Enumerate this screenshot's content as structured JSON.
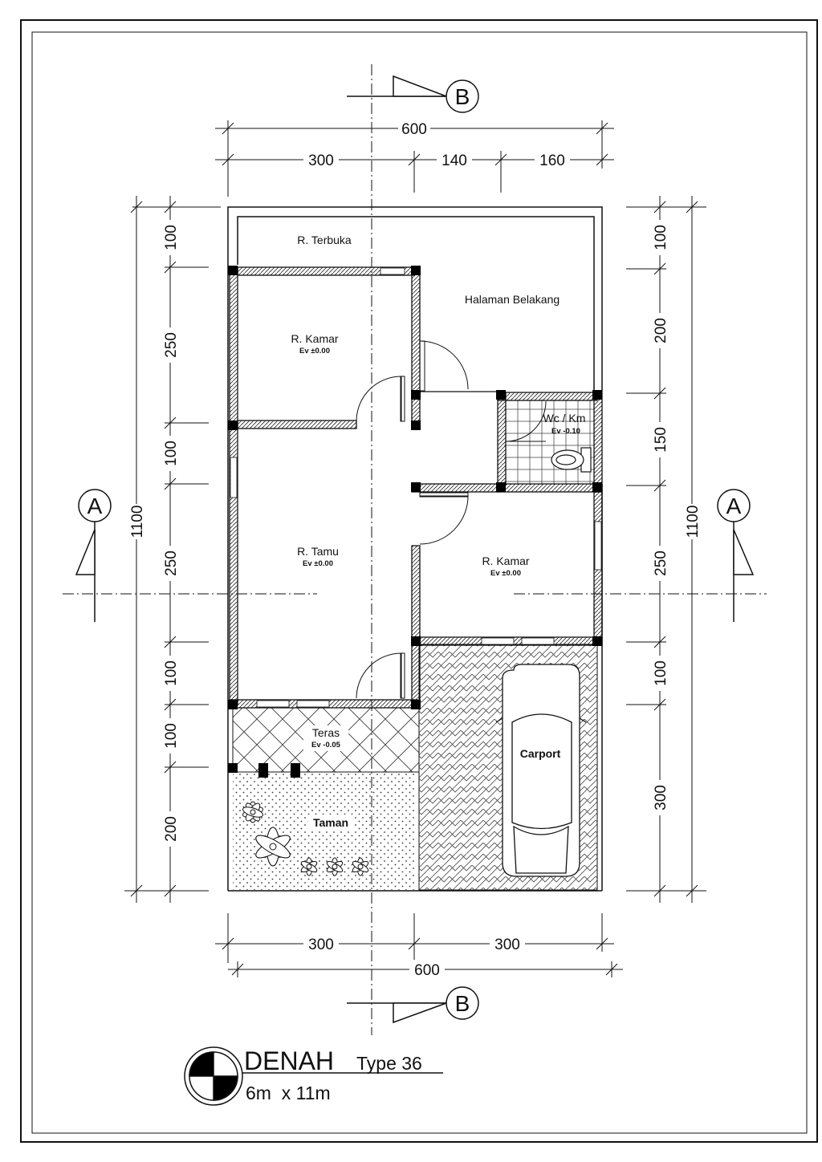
{
  "rooms": {
    "terbuka": "R. Terbuka",
    "halaman": "Halaman Belakang",
    "kamar1": "R. Kamar",
    "kamar1_ev": "Ev ±0.00",
    "wc": "Wc / Km",
    "wc_ev": "Ev -0.10",
    "tamu": "R. Tamu",
    "tamu_ev": "Ev ±0.00",
    "kamar2": "R. Kamar",
    "kamar2_ev": "Ev ±0.00",
    "teras": "Teras",
    "teras_ev": "Ev -0.05",
    "taman": "Taman",
    "carport": "Carport"
  },
  "dimensions": {
    "top_total": "600",
    "top_segments": [
      "300",
      "140",
      "160"
    ],
    "bottom_segments": [
      "300",
      "300"
    ],
    "bottom_total": "600",
    "left_segments": [
      "100",
      "250",
      "100",
      "250",
      "100",
      "100",
      "200"
    ],
    "left_total": "1100",
    "right_segments": [
      "100",
      "200",
      "150",
      "250",
      "100",
      "300"
    ],
    "right_total": "1100"
  },
  "sections": {
    "a": "A",
    "b": "B"
  },
  "title": {
    "main": "DENAH",
    "type": "Type 36",
    "size": "6m  x 11m"
  },
  "colors": {
    "ink": "#111111",
    "paper": "#ffffff"
  }
}
